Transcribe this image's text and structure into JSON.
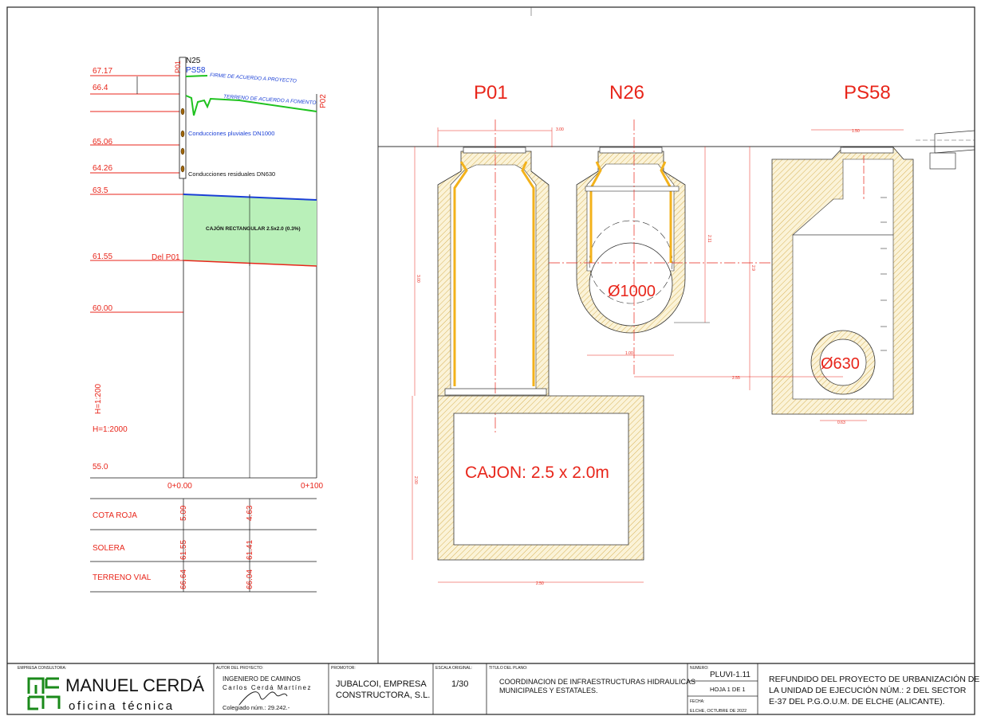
{
  "profile": {
    "levels": [
      "67.17",
      "66.4",
      "65.06",
      "64.26",
      "63.5",
      "61.55",
      "60.00",
      "55.0"
    ],
    "top_labels": {
      "n25": "N25",
      "ps58": "PS58",
      "p01": "P01",
      "p02": "P02"
    },
    "annotations": {
      "firme": "FIRME DE ACUERDO A PROYECTO",
      "terreno": "TERRENO DE ACUERDO A FOMENTO",
      "pluviales": "Conducciones pluviales DN1000",
      "residuales": "Conducciones residuales DN630",
      "cajon": "CAJÓN RECTANGULAR 2.5x2.0 (0.3%)",
      "del_p01": "Del P01"
    },
    "scale_h": "H=1:200",
    "scale_v": "H=1:2000",
    "stations": [
      "0+0.00",
      "0+100"
    ],
    "rows": [
      {
        "label": "COTA ROJA",
        "v1": "5.09",
        "v2": "4.63"
      },
      {
        "label": "SOLERA",
        "v1": "61.55",
        "v2": "61.41"
      },
      {
        "label": "TERRENO VIAL",
        "v1": "66.64",
        "v2": "66.04"
      }
    ]
  },
  "sections": {
    "p01": {
      "title": "P01",
      "top_dim": "3.00",
      "side_dim": "3.00"
    },
    "n26": {
      "title": "N26",
      "diameter": "Ø1000",
      "height_dim": "2.11",
      "width_dim": "1.00"
    },
    "ps58": {
      "title": "PS58",
      "diameter": "Ø630",
      "top_dim": "1.50",
      "height_dim": "2.9",
      "side_dim": "2.55",
      "width_dim": "0.63"
    },
    "cajon": {
      "label": "CAJON: 2.5 x 2.0m",
      "height_dim": "2.00",
      "width_dim": "2.50"
    }
  },
  "title_block": {
    "consultora_header": "EMPRESA CONSULTORA:",
    "company_name": "MANUEL CERDÁ",
    "company_sub": "oficina técnica",
    "autor_header": "AUTOR DEL PROYECTO:",
    "autor_role": "INGENIERO DE CAMINOS",
    "autor_name": "Carlos Cerdá Martínez",
    "autor_col": "Colegiado núm.: 29.242.-",
    "promotor_header": "PROMOTOR:",
    "promotor_line1": "JUBALCOI, EMPRESA",
    "promotor_line2": "CONSTRUCTORA, S.L.",
    "escala_header": "ESCALA ORIGINAL:",
    "escala": "1/30",
    "titulo_header": "TITULO DEL PLANO:",
    "titulo_line1": "COORDINACION DE INFRAESTRUCTURAS HIDRAULICAS",
    "titulo_line2": "MUNICIPALES Y ESTATALES.",
    "numero_header": "NUMERO:",
    "numero": "PLUVI-1.11",
    "hoja": "HOJA 1 DE 1",
    "fecha_header": "FECHA:",
    "fecha": "ELCHE, OCTUBRE DE 2022",
    "project_line1": "REFUNDIDO DEL PROYECTO DE URBANIZACIÓN DE",
    "project_line2": "LA UNIDAD DE EJECUCIÓN NÚM.: 2 DEL SECTOR",
    "project_line3": "E-37 DEL P.G.O.U.M. DE ELCHE (ALICANTE)."
  },
  "colors": {
    "red": "#e8261b",
    "green": "#1fc21f",
    "blue": "#1a3fd6",
    "fill_green": "#b9f0b9",
    "ochre": "#e6cf86",
    "yellow": "#f3b21b"
  }
}
